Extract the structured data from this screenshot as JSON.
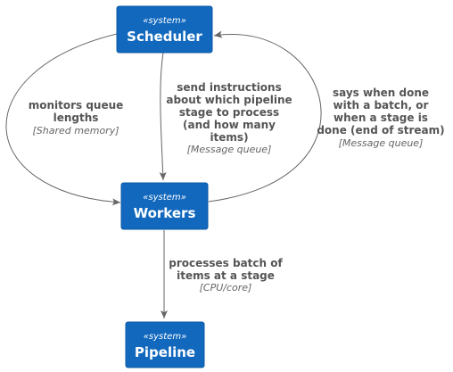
{
  "nodes": {
    "scheduler": {
      "stereotype": "«system»",
      "name": "Scheduler"
    },
    "workers": {
      "stereotype": "«system»",
      "name": "Workers"
    },
    "pipeline": {
      "stereotype": "«system»",
      "name": "Pipeline"
    }
  },
  "edges": {
    "monitors": {
      "label": [
        "monitors queue",
        "lengths"
      ],
      "tech": "[Shared memory]"
    },
    "instructions": {
      "label": [
        "send instructions",
        "about which pipeline",
        "stage to process",
        "(and how many",
        "items)"
      ],
      "tech": "[Message queue]"
    },
    "done": {
      "label": [
        "says when done",
        "with a batch, or",
        "when a stage is",
        "done (end of stream)"
      ],
      "tech": "[Message queue]"
    },
    "processes": {
      "label": [
        "processes batch of",
        "items at a stage"
      ],
      "tech": "[CPU/core]"
    }
  },
  "colors": {
    "box_fill": "#1168bd",
    "box_text": "#ffffff",
    "edge": "#666666",
    "label": "#555555"
  }
}
